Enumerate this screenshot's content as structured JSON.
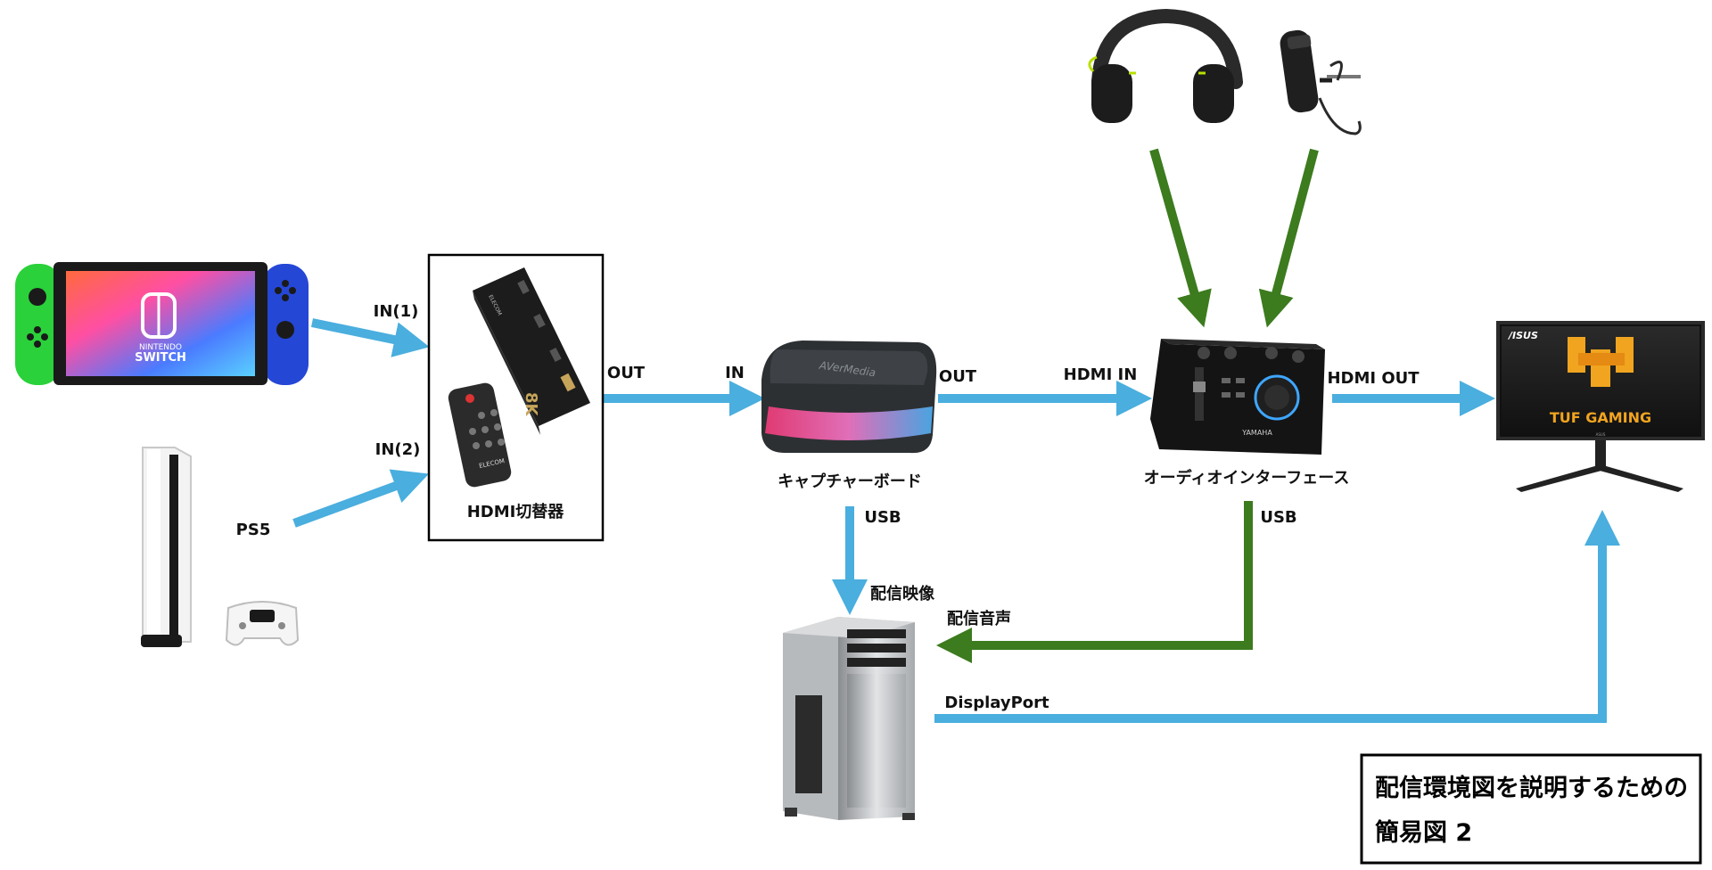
{
  "colors": {
    "blue": "#4aaede",
    "green": "#3c7b1e"
  },
  "devices": {
    "switch": {
      "icon": "nintendo-switch-icon",
      "logo_line1": "NINTENDO",
      "logo_line2": "SWITCH"
    },
    "ps5": {
      "icon": "ps5-console-icon",
      "label": "PS5"
    },
    "hdmi_switch": {
      "icon": "hdmi-switcher-icon",
      "label": "HDMI切替器",
      "device_text": "ELECOM",
      "remote_text": "ELECOM",
      "badge": "8K"
    },
    "capture_board": {
      "icon": "capture-board-icon",
      "label": "キャプチャーボード",
      "brand": "AVerMedia"
    },
    "audio_interface": {
      "icon": "audio-interface-icon",
      "label": "オーディオインターフェース",
      "brand": "YAMAHA"
    },
    "headphones": {
      "icon": "headphones-icon"
    },
    "microphone": {
      "icon": "microphone-icon"
    },
    "monitor": {
      "icon": "monitor-icon",
      "brand": "/ISUS",
      "screen_text": "TUF GAMING",
      "bezel_text": "ASUS"
    },
    "pc": {
      "icon": "pc-tower-icon"
    }
  },
  "connections": {
    "in1": "IN(1)",
    "in2": "IN(2)",
    "switch_out": "OUT",
    "capture_in": "IN",
    "capture_out": "OUT",
    "hdmi_in": "HDMI IN",
    "hdmi_out": "HDMI OUT",
    "capture_usb": "USB",
    "audio_usb": "USB",
    "stream_video": "配信映像",
    "stream_audio": "配信音声",
    "displayport": "DisplayPort"
  },
  "title_box": {
    "line1": "配信環境図を説明するための",
    "line2": "簡易図 2"
  }
}
